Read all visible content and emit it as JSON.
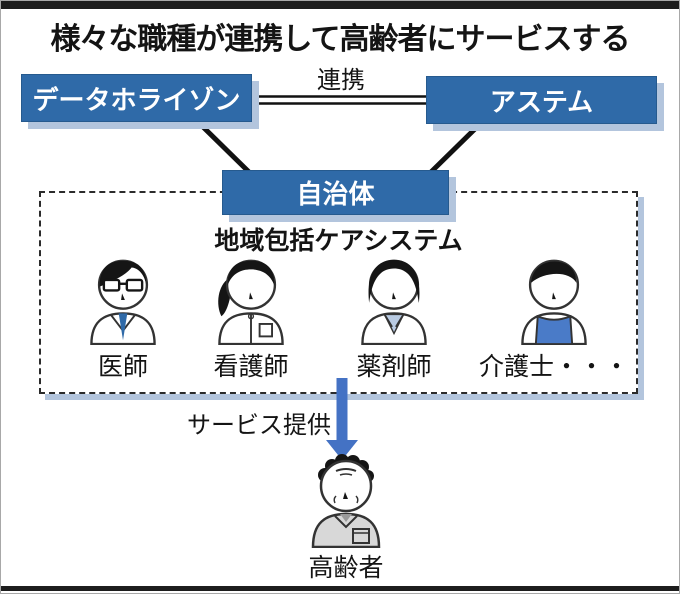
{
  "title": "様々な職種が連携して高齢者にサービスする",
  "nodes": {
    "data_horizon": "データホライゾン",
    "astem": "アステム",
    "municipality": "自治体"
  },
  "labels": {
    "renkei": "連携",
    "service": "サービス提供"
  },
  "care_system": {
    "title": "地域包括ケアシステム",
    "members": [
      {
        "label": "医師",
        "icon": "doctor-icon"
      },
      {
        "label": "看護師",
        "icon": "nurse-icon"
      },
      {
        "label": "薬剤師",
        "icon": "pharmacist-icon"
      },
      {
        "label": "介護士・・・",
        "icon": "caregiver-icon"
      }
    ]
  },
  "recipient": {
    "label": "高齢者",
    "icon": "elderly-icon"
  },
  "colors": {
    "node_blue": "#2f6aa8",
    "node_shadow": "#b3c5dd",
    "arrow_blue": "#4472c4",
    "apron_blue": "#4a7bc8",
    "inner_shirt_blue": "#b9cbe3",
    "elderly_shirt_gray": "#d8d8d8"
  }
}
